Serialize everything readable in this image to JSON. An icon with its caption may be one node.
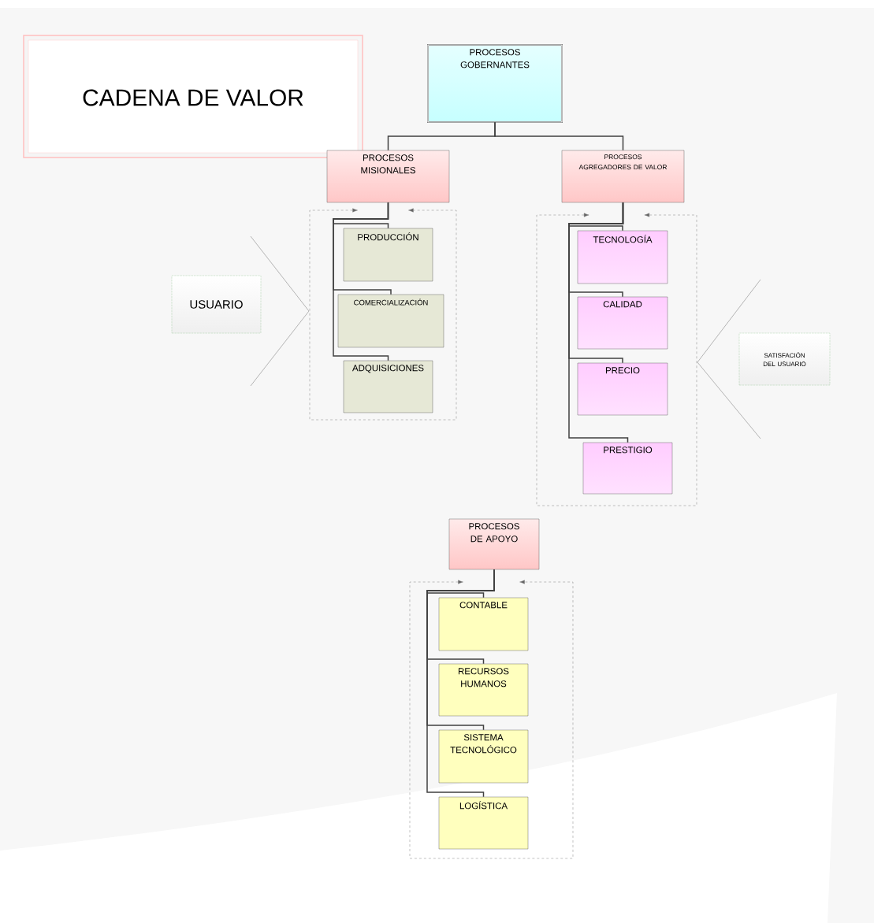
{
  "diagram": {
    "title": "CADENA DE VALOR",
    "nodes": [
      {
        "text": [
          "PROCESOS GOBERNANTES"
        ]
      },
      {
        "text": [
          "PROCESOS MISIONALES"
        ]
      },
      {
        "text": [
          "PROCESOS AGREGADORES DE VALOR"
        ]
      },
      {
        "text": [],
        "shape": "box"
      },
      {
        "text": [
          "PRODUCCIÓN"
        ],
        "in": 3
      },
      {
        "text": [
          "COMERCIALIZACIÓN"
        ],
        "in": 3
      },
      {
        "text": [
          "ADQUISICIONES"
        ],
        "in": 3
      },
      {
        "text": [
          "USUARIO"
        ]
      },
      {
        "text": [],
        "shape": "box"
      },
      {
        "text": [
          "TECNOLOGÍA"
        ],
        "in": 8
      },
      {
        "text": [
          "CALIDAD"
        ],
        "in": 8
      },
      {
        "text": [
          "PRECIO"
        ],
        "in": 8
      },
      {
        "text": [
          "PRESTIGIO"
        ],
        "in": 8
      },
      {
        "text": [
          "SATISFACIÓN DEL USUARIO"
        ]
      },
      {
        "text": [
          "PROCESOS DE APOYO"
        ]
      },
      {
        "text": [],
        "shape": "box"
      },
      {
        "text": [
          "CONTABLE"
        ],
        "in": 15
      },
      {
        "text": [
          "RECURSOS HUMANOS"
        ],
        "in": 15
      },
      {
        "text": [
          "SISTEMA TECNOLÓGICO"
        ],
        "in": 15
      },
      {
        "text": [
          "LOGÍSTICA"
        ],
        "in": 15
      }
    ],
    "edges": [
      {
        "from": 0,
        "to": 1,
        "arrow": "none"
      },
      {
        "from": 0,
        "to": 2,
        "arrow": "none"
      },
      {
        "from": 1,
        "to": 4,
        "arrow": "none"
      },
      {
        "from": 1,
        "to": 5,
        "arrow": "none"
      },
      {
        "from": 1,
        "to": 6,
        "arrow": "none"
      },
      {
        "from": 2,
        "to": 9,
        "arrow": "none"
      },
      {
        "from": 2,
        "to": 10,
        "arrow": "none"
      },
      {
        "from": 2,
        "to": 11,
        "arrow": "none"
      },
      {
        "from": 2,
        "to": 12,
        "arrow": "none"
      },
      {
        "from": 14,
        "to": 16,
        "arrow": "none"
      },
      {
        "from": 14,
        "to": 17,
        "arrow": "none"
      },
      {
        "from": 14,
        "to": 18,
        "arrow": "none"
      },
      {
        "from": 14,
        "to": 19,
        "arrow": "none"
      }
    ]
  }
}
